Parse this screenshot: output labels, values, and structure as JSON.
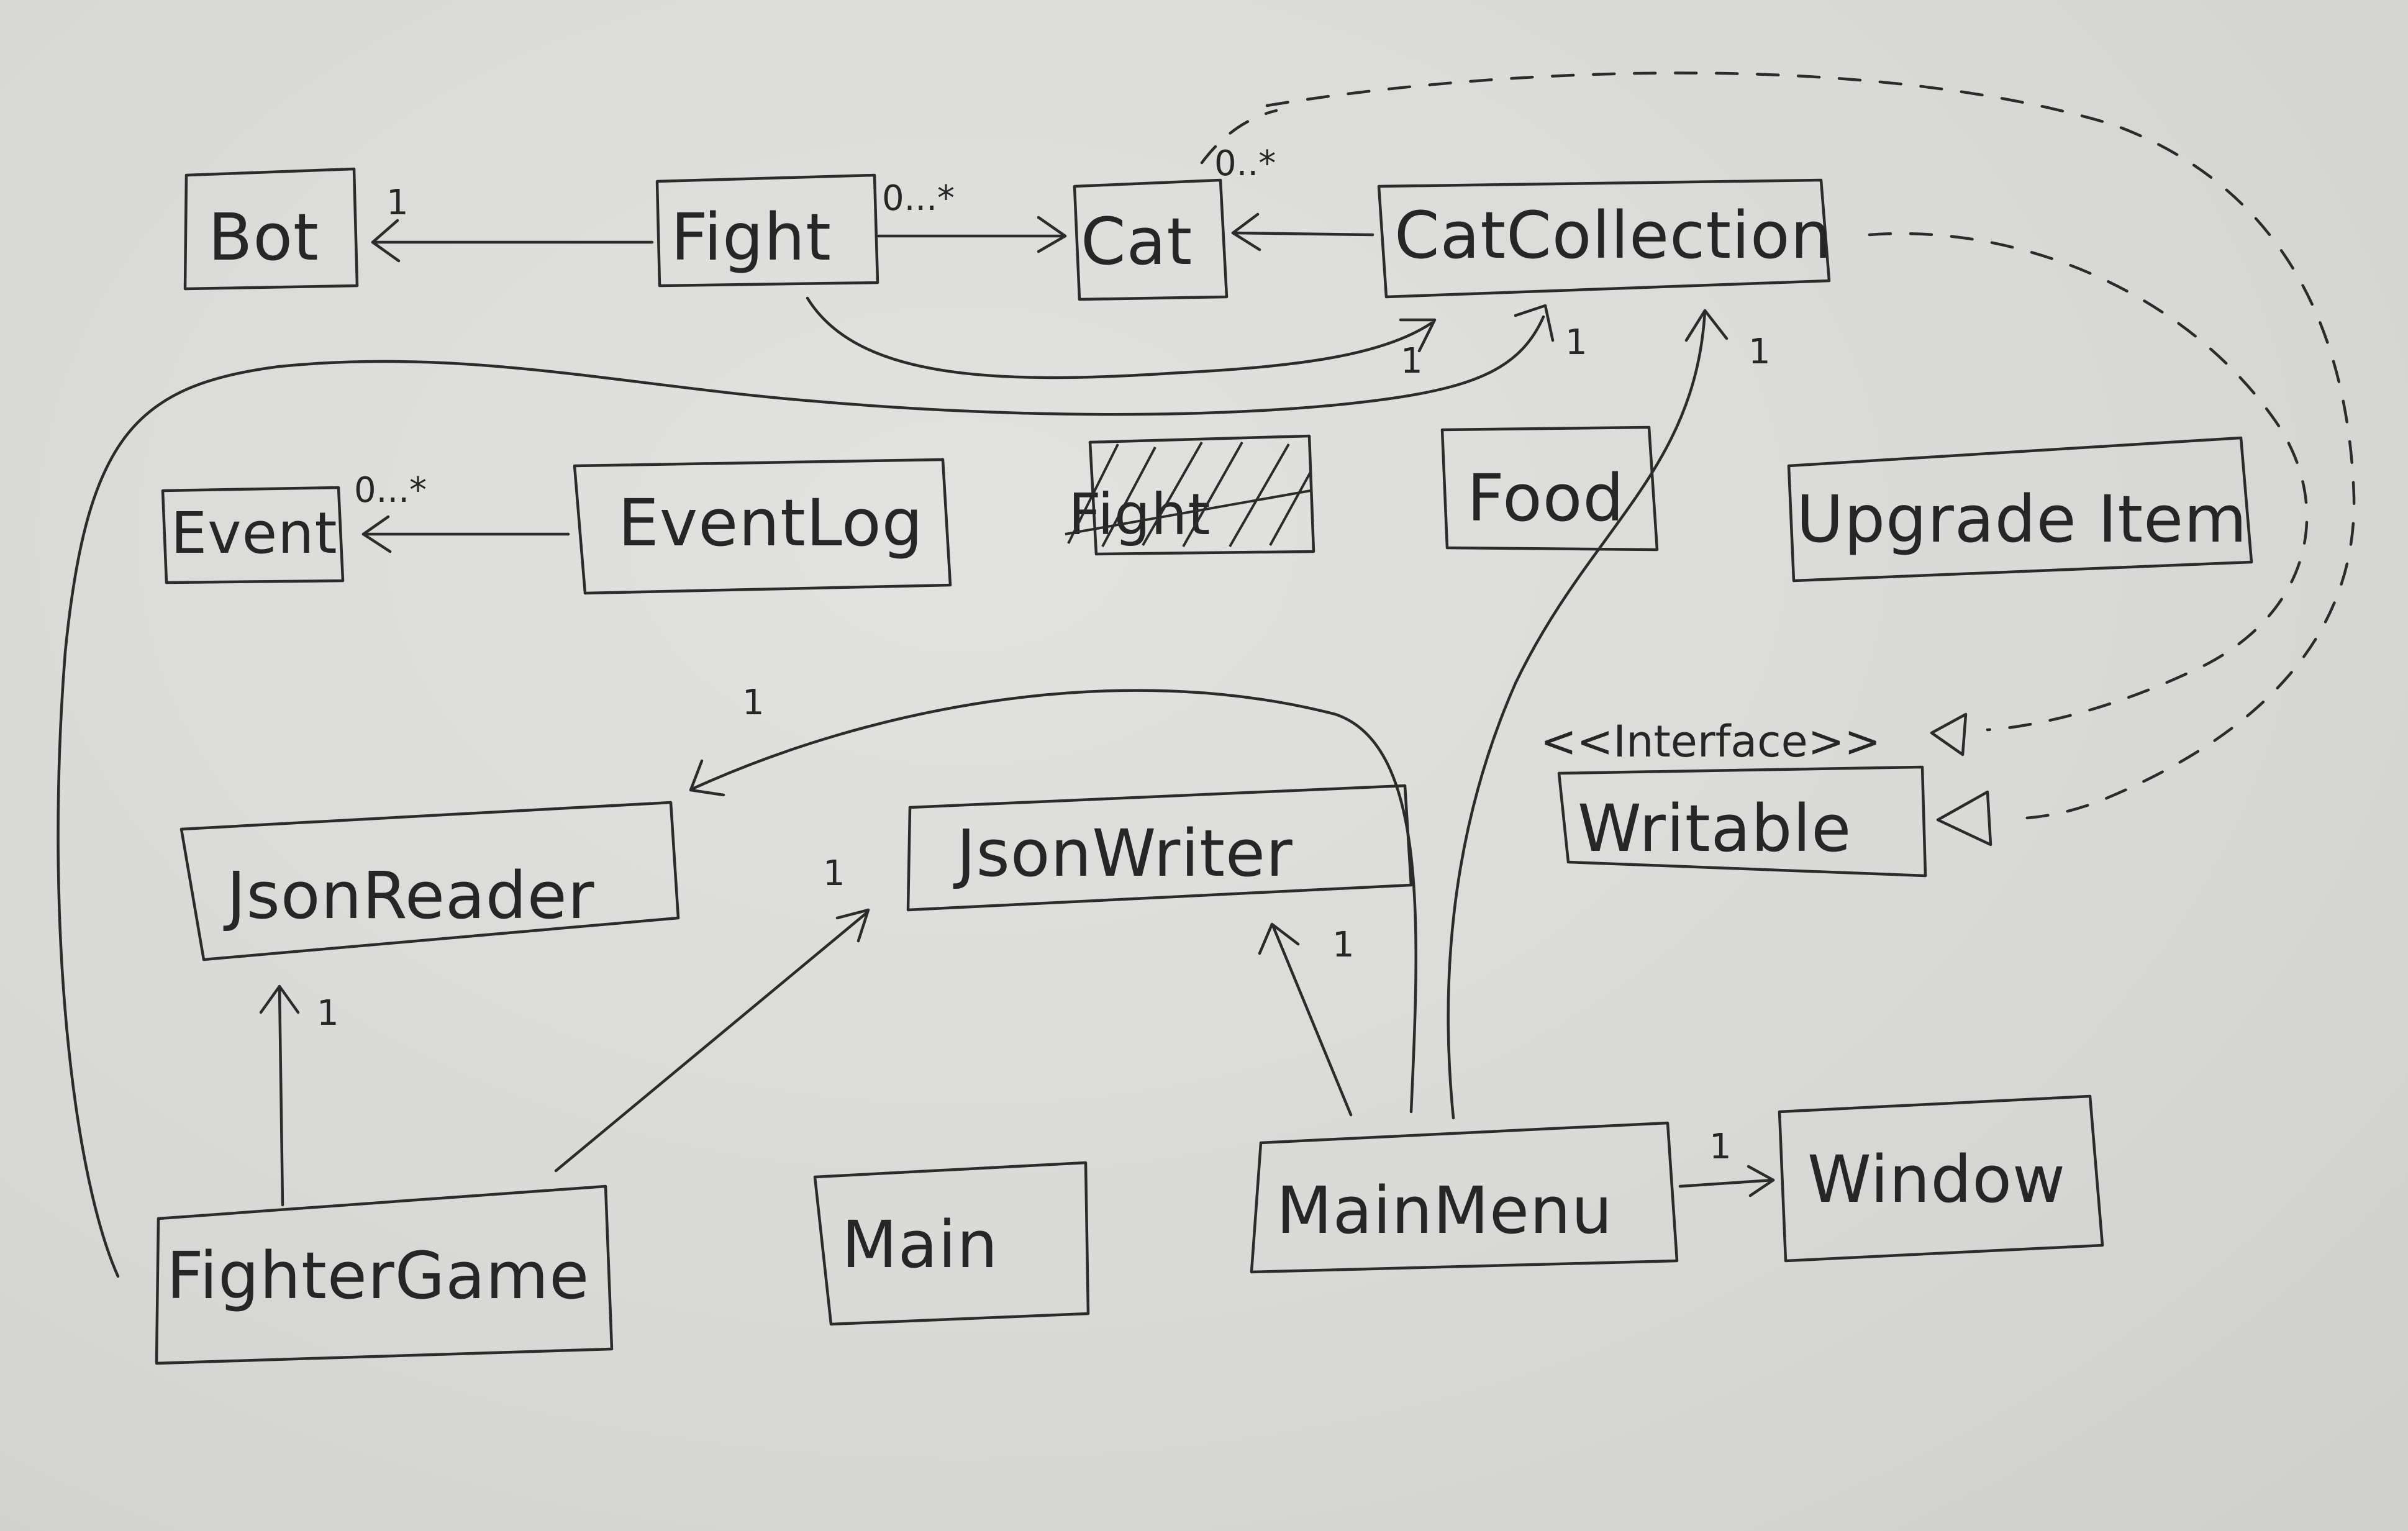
{
  "diagram": {
    "nodes": {
      "bot": {
        "label": "Bot"
      },
      "fight": {
        "label": "Fight"
      },
      "cat": {
        "label": "Cat"
      },
      "cat_collection": {
        "label": "CatCollection"
      },
      "event": {
        "label": "Event"
      },
      "event_log": {
        "label": "EventLog"
      },
      "fight_crossed": {
        "label": "Fight"
      },
      "food": {
        "label": "Food"
      },
      "upgrade_item": {
        "label": "Upgrade Item"
      },
      "writable": {
        "label": "Writable",
        "stereotype": "<<Interface>>"
      },
      "json_reader": {
        "label": "JsonReader"
      },
      "json_writer": {
        "label": "JsonWriter"
      },
      "fighter_game": {
        "label": "FighterGame"
      },
      "main": {
        "label": "Main"
      },
      "main_menu": {
        "label": "MainMenu"
      },
      "window": {
        "label": "Window"
      }
    },
    "multiplicities": {
      "fight_bot": "1",
      "fight_cat": "0...*",
      "collection_cat": "0..*",
      "eventlog_event": "0...*",
      "fighter_collection": "1",
      "fight_collection": "1",
      "menu_collection": "1",
      "menu_reader": "1",
      "fighter_writer": "1",
      "menu_writer": "1",
      "fighter_reader": "1",
      "menu_window": "1"
    }
  }
}
